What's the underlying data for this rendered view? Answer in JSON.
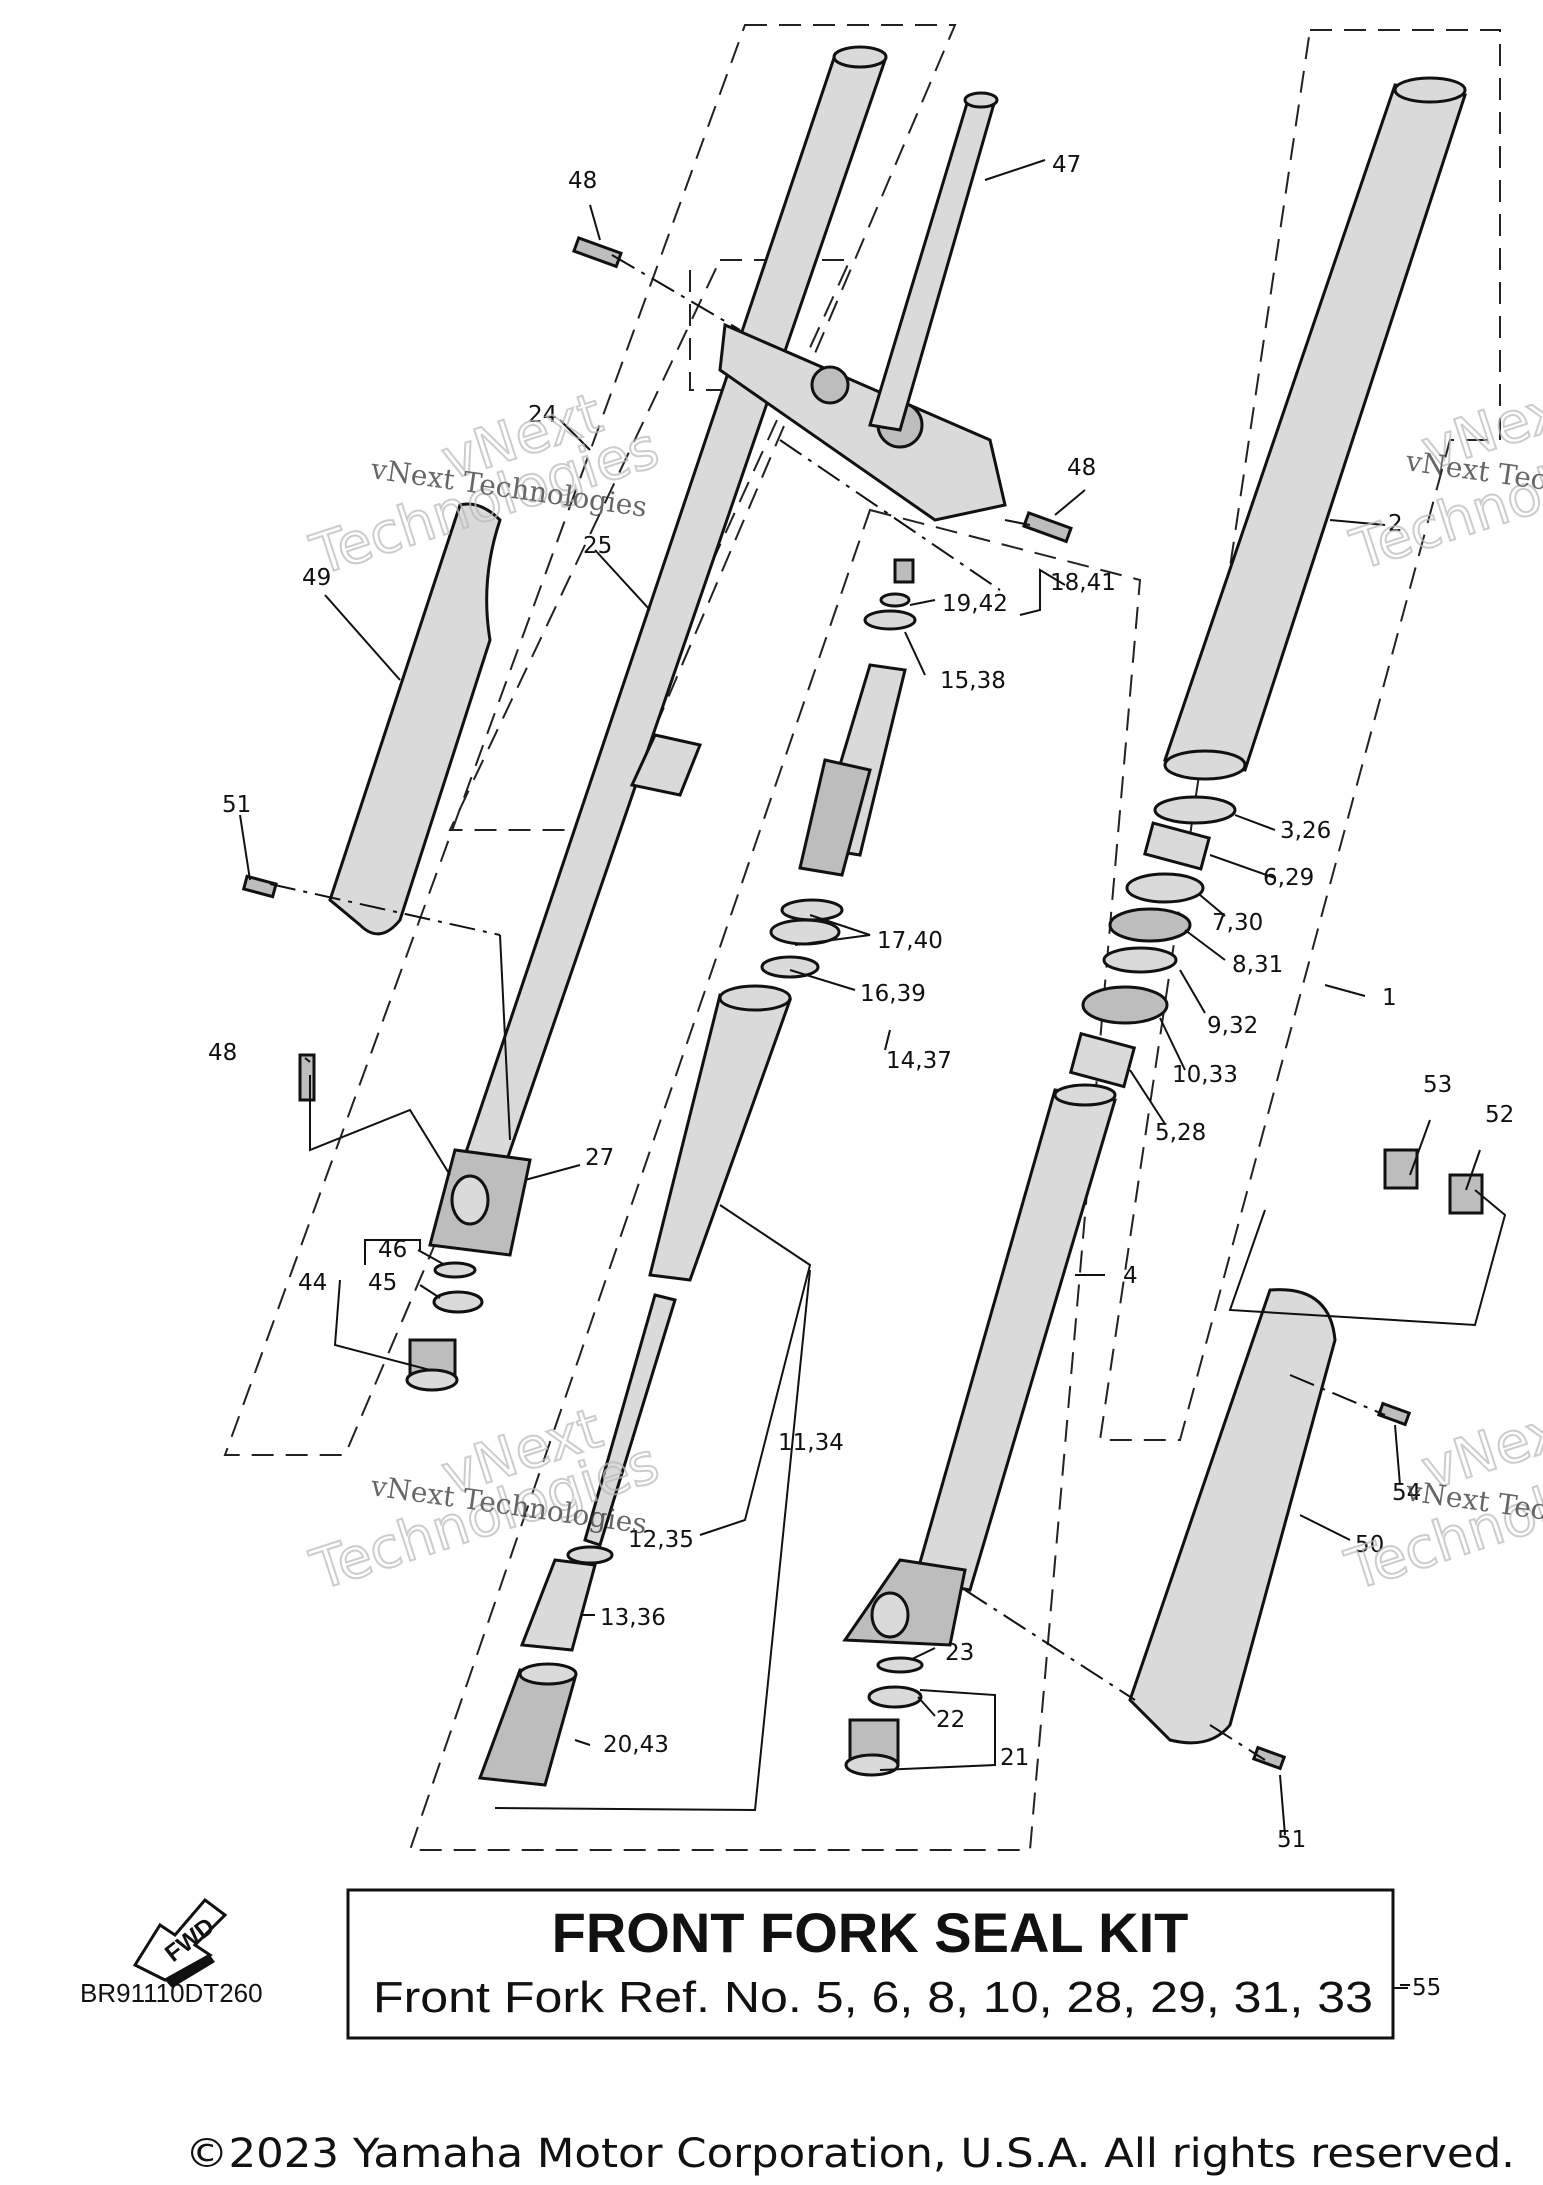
{
  "callouts": {
    "c47": "47",
    "c48a": "48",
    "c48b": "48",
    "c48c": "48",
    "c24": "24",
    "c25": "25",
    "c49": "49",
    "c51a": "51",
    "c51b": "51",
    "c2": "2",
    "c18_41": "18,41",
    "c19_42": "19,42",
    "c15_38": "15,38",
    "c3_26": "3,26",
    "c6_29": "6,29",
    "c7_30": "7,30",
    "c8_31": "8,31",
    "c17_40": "17,40",
    "c16_39": "16,39",
    "c9_32": "9,32",
    "c1": "1",
    "c10_33": "10,33",
    "c14_37": "14,37",
    "c53": "53",
    "c52": "52",
    "c5_28": "5,28",
    "c27": "27",
    "c46": "46",
    "c45": "45",
    "c44": "44",
    "c4": "4",
    "c11_34": "11,34",
    "c54": "54",
    "c50": "50",
    "c12_35": "12,35",
    "c13_36": "13,36",
    "c23": "23",
    "c22": "22",
    "c21": "21",
    "c20_43": "20,43",
    "c55": "55"
  },
  "watermark": {
    "company": "vNext Technologies",
    "word1": "vNext",
    "word2": "Technologies"
  },
  "kit_box": {
    "title": "FRONT FORK SEAL KIT",
    "refs": "Front Fork Ref. No. 5, 6, 8, 10, 28, 29, 31, 33"
  },
  "fwd_label": "FWD",
  "diagram_code": "BR91110DT260",
  "copyright": "©2023 Yamaha Motor Corporation, U.S.A. All rights reserved."
}
